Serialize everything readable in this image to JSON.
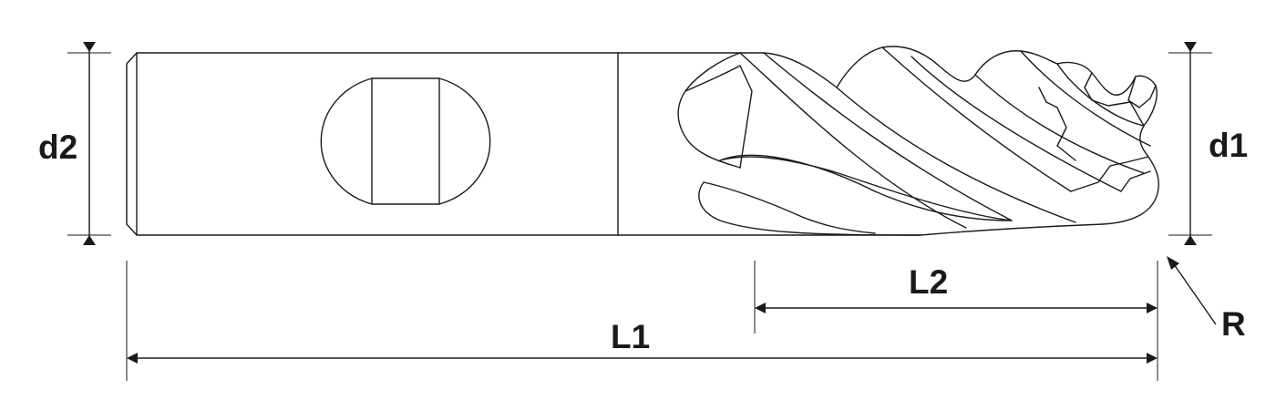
{
  "labels": {
    "d2": "d2",
    "d1": "d1",
    "L1": "L1",
    "L2": "L2",
    "R": "R"
  },
  "colors": {
    "line": "#1a1a1a",
    "background": "#ffffff"
  }
}
